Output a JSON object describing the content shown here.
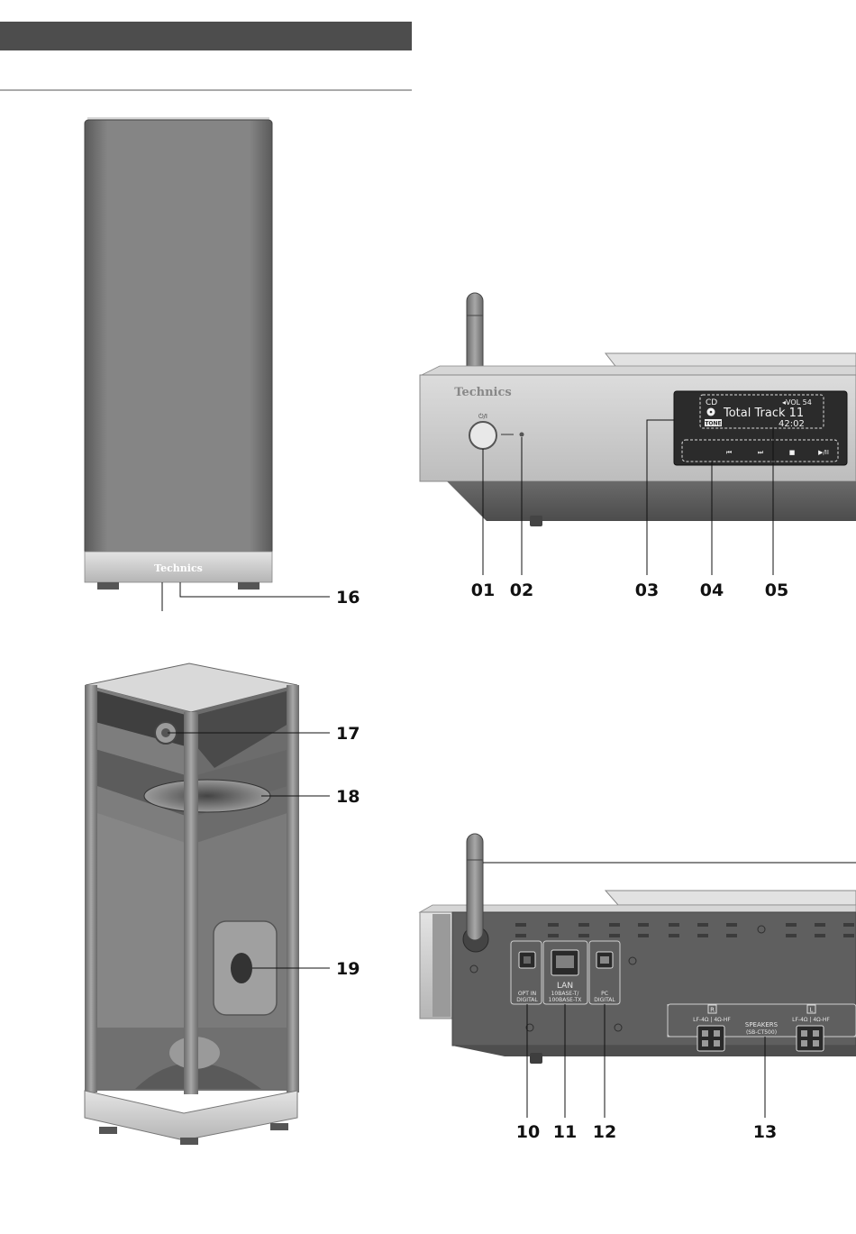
{
  "brand": "Technics",
  "power_symbol": "⏻/I",
  "display": {
    "source": "CD",
    "volume": "◂VOL 54",
    "track": "Total Track 11",
    "tone": "TONE",
    "time": "42:02"
  },
  "touch_icons": {
    "prev": "⏮",
    "next": "⏭",
    "stop": "■",
    "play_pause": "▶/II"
  },
  "rear_ports": {
    "opt_in": [
      "OPT IN",
      "DIGITAL"
    ],
    "lan": [
      "LAN",
      "10BASE-T/",
      "100BASE-TX"
    ],
    "pc": [
      "PC",
      "DIGITAL"
    ],
    "speaker_r": "R",
    "speaker_l": "L",
    "impedance": "LF-4Ω | 4Ω-HF",
    "speakers": [
      "SPEAKERS",
      "(SB-CT500)"
    ]
  },
  "callouts": {
    "c01": "01",
    "c02": "02",
    "c03": "03",
    "c04": "04",
    "c05": "05",
    "c10": "10",
    "c11": "11",
    "c12": "12",
    "c13": "13",
    "c16": "16",
    "c17": "17",
    "c18": "18",
    "c19": "19"
  },
  "colors": {
    "header_bar": "#4d4d4d",
    "speaker_dark": "#7a7a7a",
    "device_silver": "#c9c9c9",
    "device_dark": "#6e6e6e",
    "lcd": "#2b2b2b"
  }
}
